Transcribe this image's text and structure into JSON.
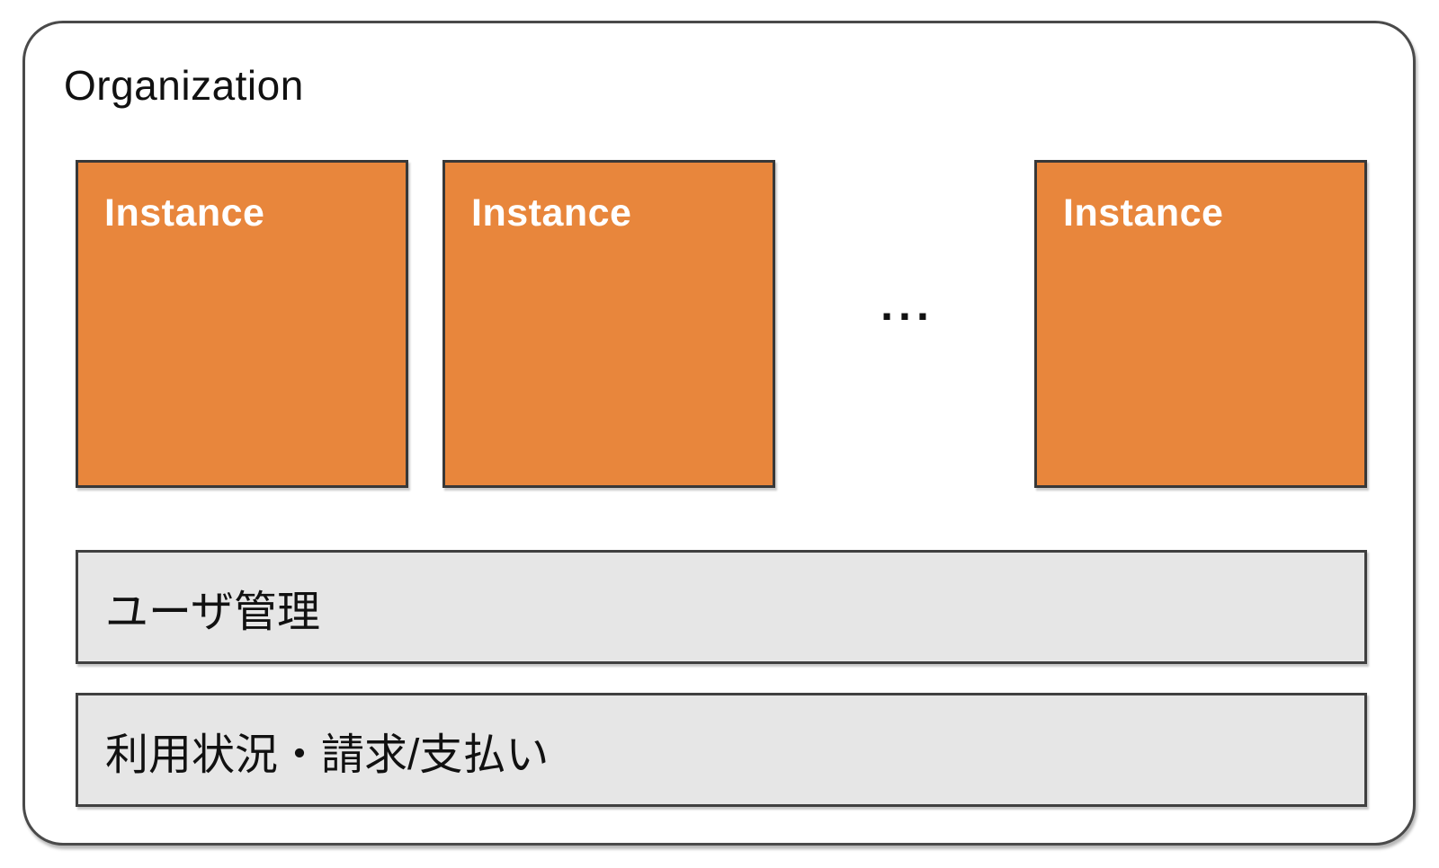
{
  "diagram": {
    "container": {
      "label": "Organization"
    },
    "instances": [
      {
        "label": "Instance"
      },
      {
        "label": "Instance"
      },
      {
        "label": "Instance"
      }
    ],
    "ellipsis": "...",
    "bars": [
      {
        "label": "ユーザ管理"
      },
      {
        "label": "利用状況・請求/支払い"
      }
    ],
    "colors": {
      "instance_fill": "#e8863c",
      "instance_text": "#ffffff",
      "instance_border": "#383838",
      "bar_fill": "#e6e6e6",
      "bar_border": "#404040",
      "container_border": "#4a4a4a",
      "text": "#111111",
      "background": "#ffffff"
    }
  }
}
